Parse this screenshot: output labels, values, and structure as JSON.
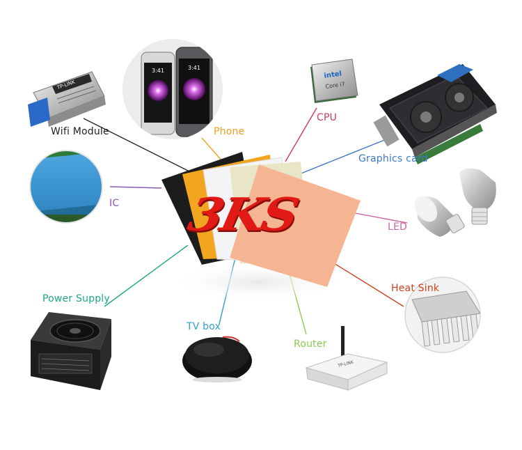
{
  "brand": "3KS",
  "labels": {
    "wifi_module": "Wifi Module",
    "phone": "Phone",
    "cpu": "CPU",
    "graphics_card": "Graphics card",
    "ic": "IC",
    "led": "LED",
    "heat_sink": "Heat Sink",
    "power_supply": "Power Supply",
    "tv_box": "TV box",
    "router": "Router"
  },
  "product_text": {
    "wifi_brand": "TP-LINK",
    "phone_time": "3:41",
    "cpu_brand": "intel",
    "cpu_model": "Core i7",
    "router_brand": "TP-LINK"
  },
  "colors": {
    "wifi_module": "#222222",
    "phone": "#f0a020",
    "cpu": "#d23a5c",
    "graphics_card": "#3c78c8",
    "ic": "#8a5ab4",
    "led": "#c86aa0",
    "heat_sink": "#d2401e",
    "power_supply": "#1ea882",
    "tv_box": "#2ea0c8",
    "router": "#8cc850",
    "brand": "#e11a16"
  }
}
